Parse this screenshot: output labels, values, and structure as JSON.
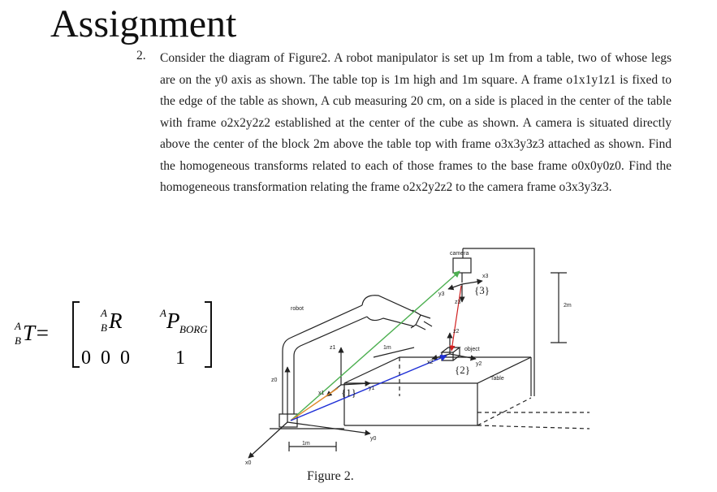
{
  "title": "Assignment",
  "question": {
    "number": "2.",
    "text": "Consider the diagram of Figure2. A robot manipulator is set up 1m from a table, two of whose legs are on the y0 axis as shown. The table top is 1m high and 1m square. A frame o1x1y1z1 is fixed to the edge of the table as shown, A cub measuring 20 cm, on a side is placed in the center of the table with frame o2x2y2z2 established at the center of the cube as shown. A camera is situated directly above the center of the block 2m above the table top with frame o3x3y3z3 attached as shown. Find the homogeneous transforms related to each of those frames to the base frame o0x0y0z0. Find the homogeneous transformation relating the frame o2x2y2z2 to the camera frame o3x3y3z3."
  },
  "formula": {
    "lhs": "T=",
    "lhs_sup": "A",
    "lhs_sub": "B",
    "rotation": "R",
    "rotation_sup": "A",
    "rotation_sub": "B",
    "position": "P",
    "position_sup": "A",
    "position_sub": "BORG",
    "bottom_row": "0  0  0",
    "bottom_one": "1"
  },
  "figure": {
    "labels": {
      "camera": "camera",
      "robot": "robot",
      "object": "object",
      "table": "Table",
      "height": "2m",
      "one_m_top": "1m",
      "one_m_bottom": "1m",
      "frame1": "{1}",
      "frame2": "{2}",
      "frame3": "{3}",
      "x0": "x0",
      "y0": "y0",
      "z0": "z0",
      "x1": "x1",
      "y1": "y1",
      "z1": "z1",
      "x2": "x2",
      "y2": "y2",
      "z2": "z2",
      "x3": "x3",
      "y3": "y3",
      "z3": "z3"
    },
    "colors": {
      "line": "#222222",
      "arrow_green": "#4caf50",
      "arrow_blue": "#1e2fd6",
      "arrow_orange": "#e08a2c",
      "arrow_red": "#d02020"
    }
  },
  "caption": "Figure 2."
}
